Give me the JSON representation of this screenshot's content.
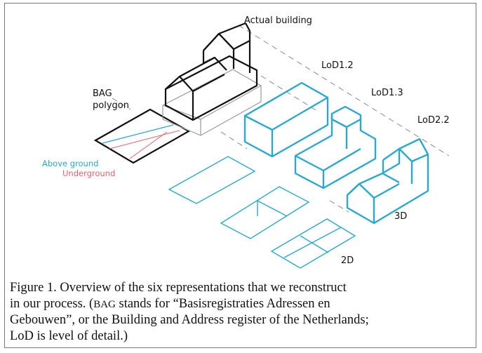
{
  "labels": {
    "actual_building": "Actual building",
    "lod12": "LoD1.2",
    "lod13": "LoD1.3",
    "lod22": "LoD2.2",
    "bag_line1": "BAG",
    "bag_line2": "polygon",
    "above_ground": "Above ground",
    "underground": "Underground",
    "dim3d": "3D",
    "dim2d": "2D"
  },
  "caption": {
    "line1": "Figure 1. Overview of the six representations that we reconstruct",
    "line2_a": "in our process. (",
    "line2_sc": "BAG",
    "line2_b": " stands for “Basisregistraties Adressen en",
    "line3": "Gebouwen”, or the Building and Address register of the Netherlands;",
    "line4": "LoD is level of detail.)"
  },
  "colors": {
    "cyan": "#2aa8d0",
    "red": "#e8606a",
    "black": "#111111",
    "gray": "#999999",
    "dash": "#888888"
  }
}
